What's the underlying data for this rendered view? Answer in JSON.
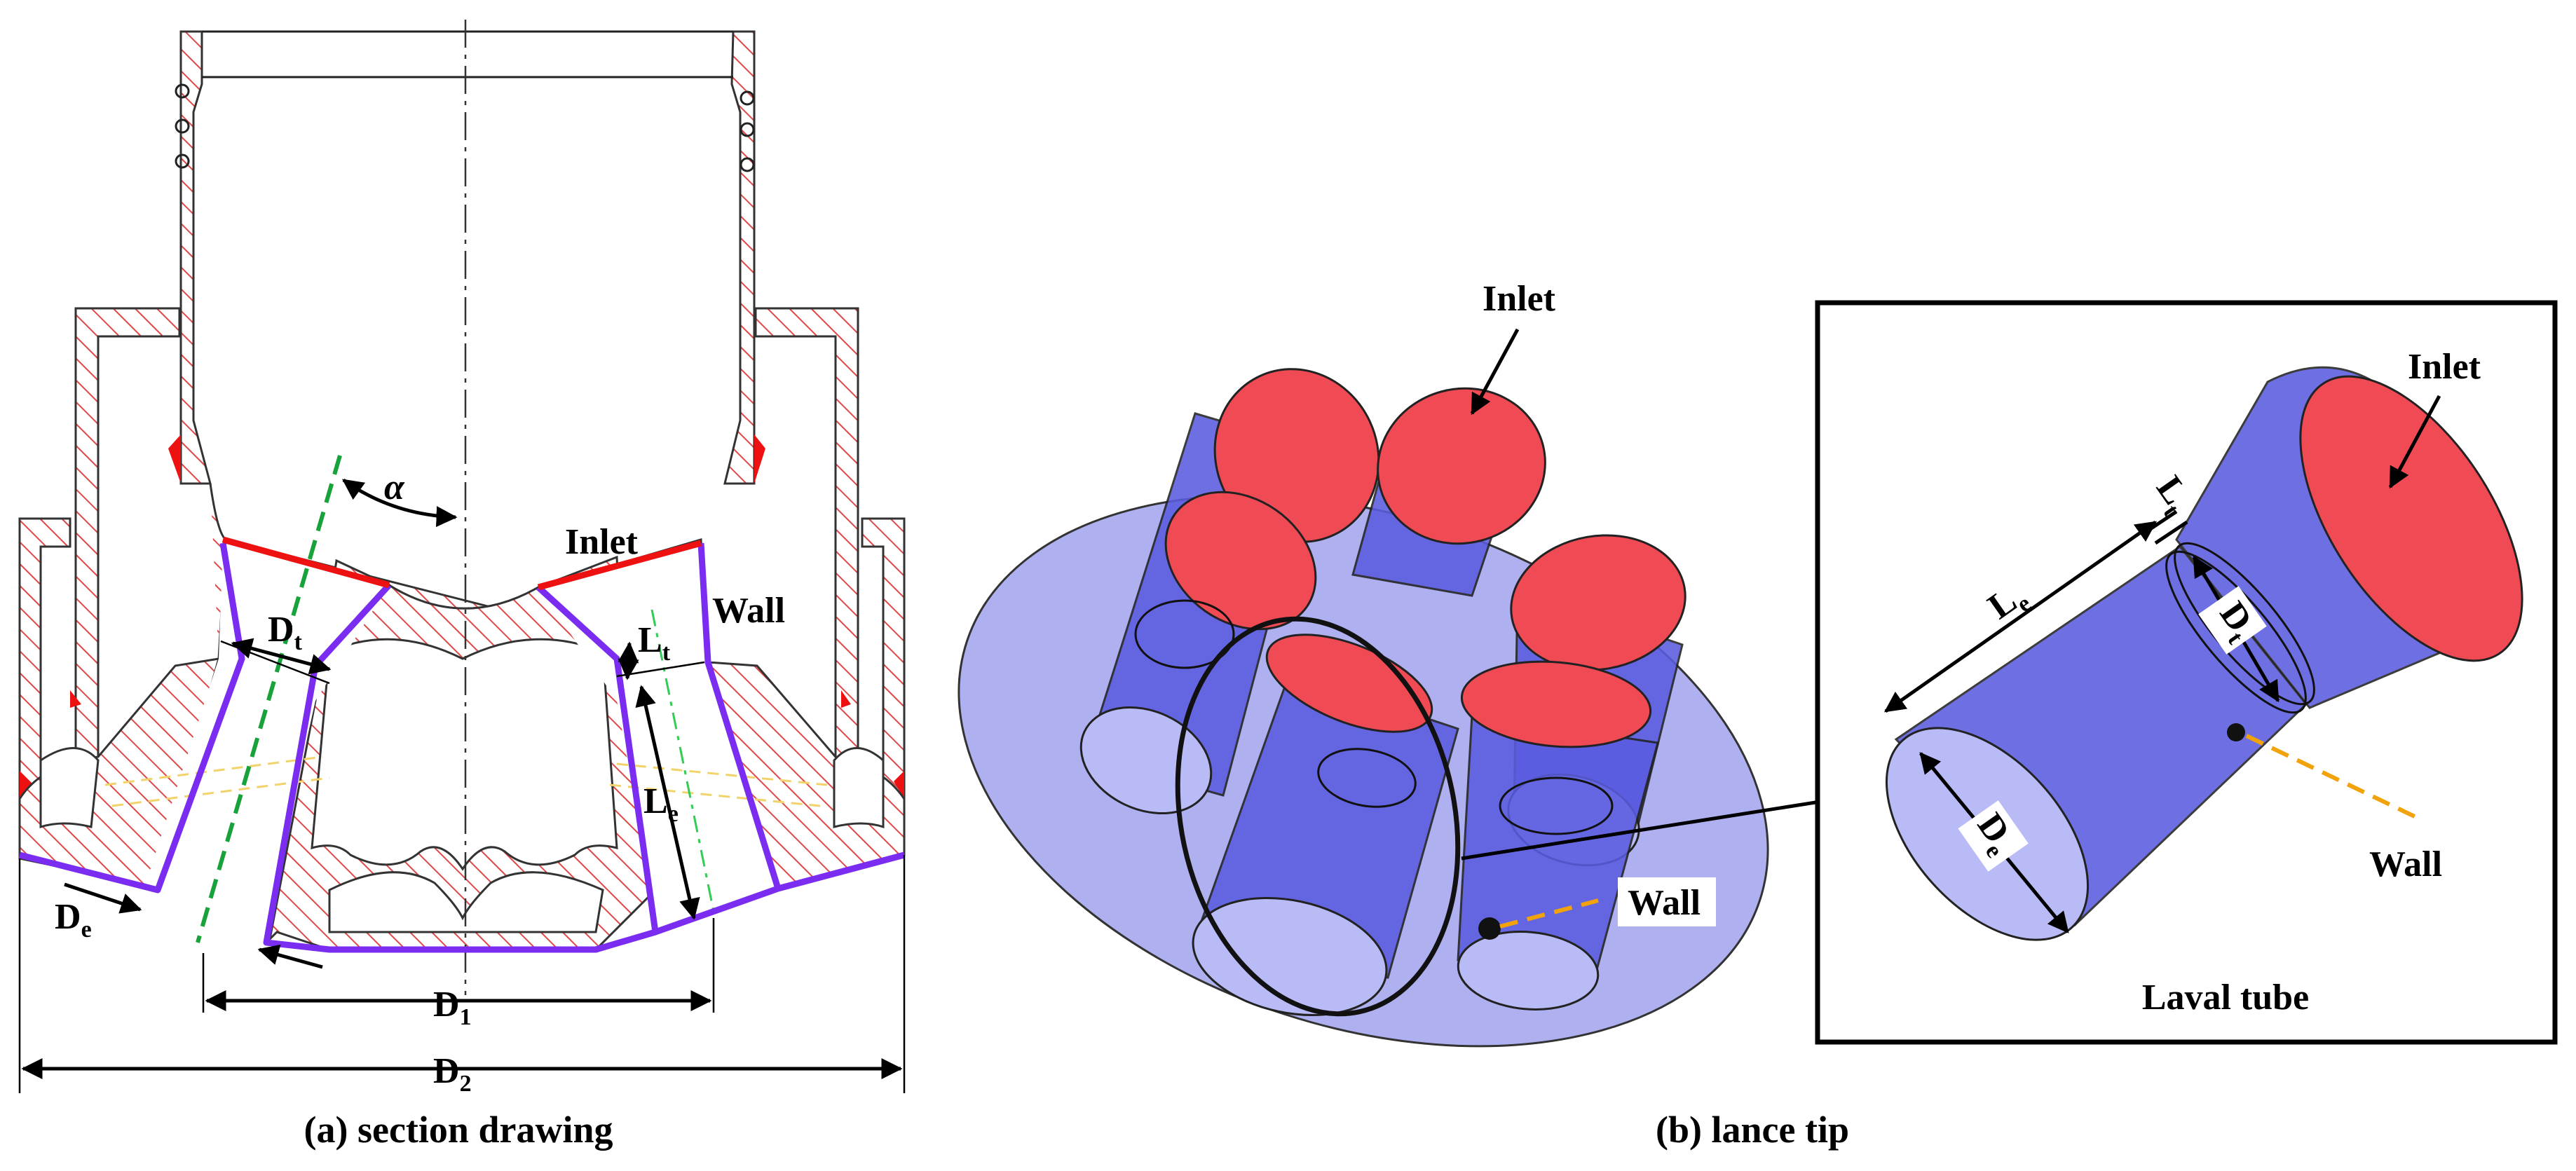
{
  "section_a": {
    "caption": "(a) section drawing",
    "labels": {
      "alpha": "α",
      "inlet": "Inlet",
      "wall": "Wall",
      "dt_main": "D",
      "dt_sub": "t",
      "lt_main": "L",
      "lt_sub": "t",
      "le_main": "L",
      "le_sub": "e",
      "de_main": "D",
      "de_sub": "e",
      "d1_main": "D",
      "d1_sub": "1",
      "d2_main": "D",
      "d2_sub": "2"
    }
  },
  "section_b": {
    "caption": "(b) lance tip",
    "labels": {
      "inlet": "Inlet",
      "wall": "Wall"
    },
    "inset": {
      "inlet": "Inlet",
      "wall": "Wall",
      "title": "Laval tube",
      "lt_main": "L",
      "lt_sub": "t",
      "le_main": "L",
      "le_sub": "e",
      "dt_main": "D",
      "dt_sub": "t",
      "de_main": "D",
      "de_sub": "e"
    }
  },
  "colors": {
    "wall": "#7a2cf0",
    "inlet": "#ee1111",
    "tube": "#5a5ce0",
    "cap": "#f04a55",
    "hatch": "#e04848"
  }
}
